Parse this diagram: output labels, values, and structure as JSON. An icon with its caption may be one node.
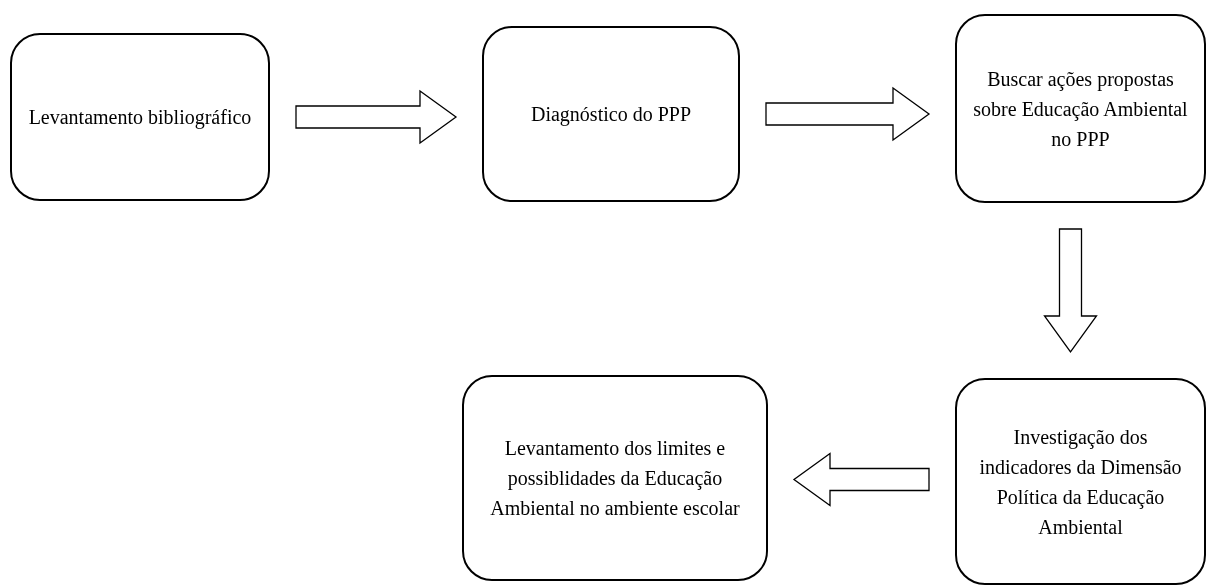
{
  "diagram": {
    "nodes": [
      {
        "text": [
          "Levantamento bibliográfico"
        ]
      },
      {
        "text": [
          "Diagnóstico do PPP"
        ]
      },
      {
        "text": [
          "Buscar ações propostas sobre Educação Ambiental no PPP"
        ]
      },
      {
        "text": [
          "Investigação dos indicadores da Dimensão Política da Educação Ambiental"
        ]
      },
      {
        "text": [
          "Levantamento dos limites e possiblidades da Educação Ambiental no ambiente escolar"
        ]
      }
    ],
    "edges": [
      {
        "from": 0,
        "to": 1,
        "arrow": "to"
      },
      {
        "from": 1,
        "to": 2,
        "arrow": "to"
      },
      {
        "from": 2,
        "to": 3,
        "arrow": "to"
      },
      {
        "from": 3,
        "to": 4,
        "arrow": "to"
      }
    ]
  }
}
